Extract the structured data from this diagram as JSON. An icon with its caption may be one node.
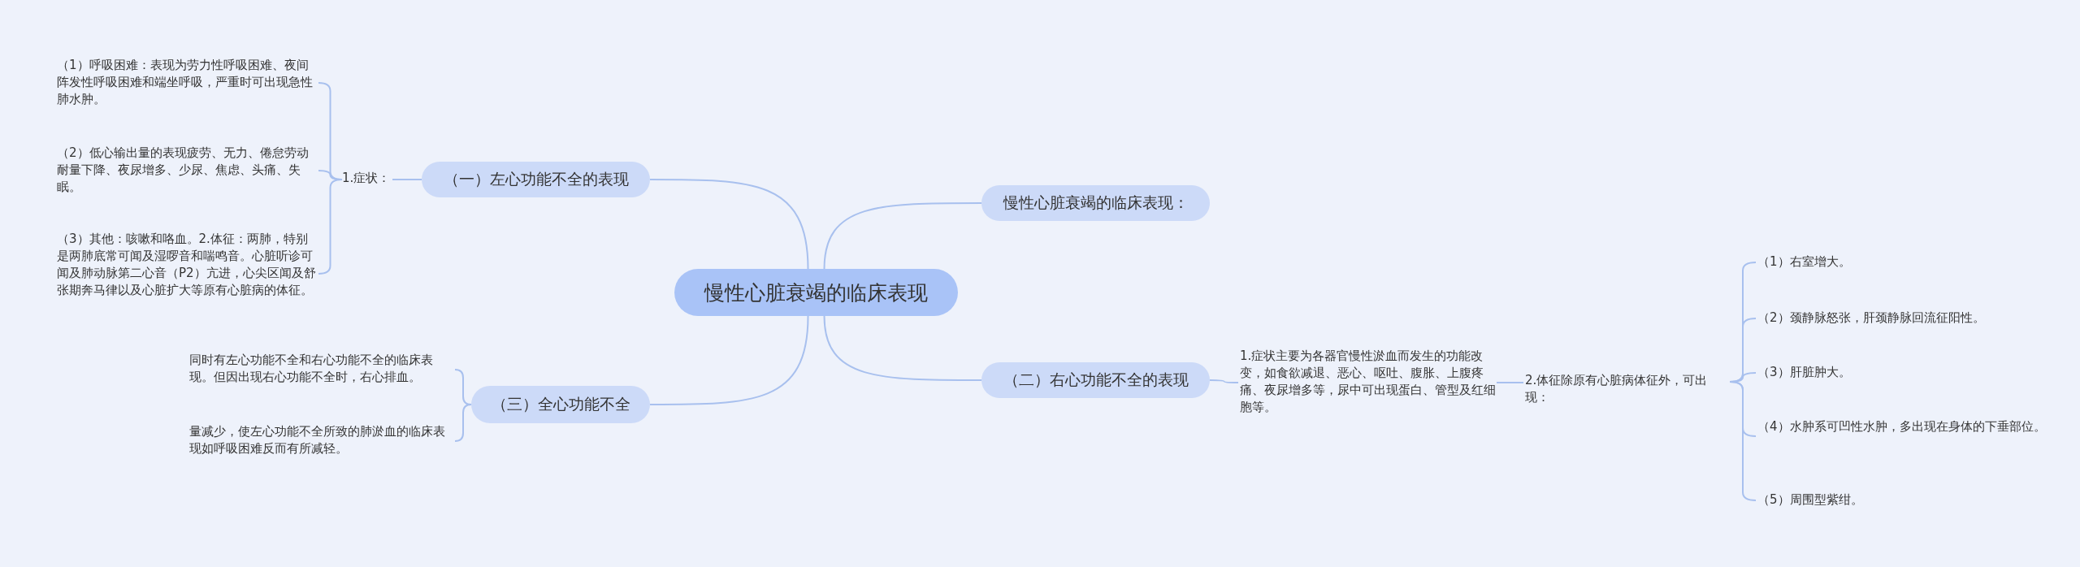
{
  "diagram": {
    "nodes": [
      {
        "text": [
          "慢性心脏衰竭的临床表现"
        ]
      },
      {
        "text": [
          "慢性心脏衰竭的临床表现："
        ]
      },
      {
        "text": [
          "（一）左心功能不全的表现"
        ]
      },
      {
        "text": [
          "1.症状："
        ]
      },
      {
        "text": [
          "（1）呼吸困难：表现为劳力性呼吸困难、夜间阵发性呼吸困难和端坐呼吸，严重时可出现急性肺水肿。"
        ]
      },
      {
        "text": [
          "（2）低心输出量的表现疲劳、无力、倦怠劳动耐量下降、夜尿增多、少尿、焦虑、头痛、失眠。"
        ]
      },
      {
        "text": [
          "（3）其他：咳嗽和咯血。2.体征：两肺，特别是两肺底常可闻及湿啰音和喘鸣音。心脏听诊可闻及肺动脉第二心音（P2）亢进，心尖区闻及舒张期奔马律以及心脏扩大等原有心脏病的体征。"
        ]
      },
      {
        "text": [
          "（二）右心功能不全的表现"
        ]
      },
      {
        "text": [
          "1.症状主要为各器官慢性淤血而发生的功能改变，如食欲减退、恶心、呕吐、腹胀、上腹疼痛、夜尿增多等，尿中可出现蛋白、管型及红细胞等。"
        ]
      },
      {
        "text": [
          "2.体征除原有心脏病体征外，可出现："
        ]
      },
      {
        "text": [
          "（1）右室增大。"
        ]
      },
      {
        "text": [
          "（2）颈静脉怒张，肝颈静脉回流征阳性。"
        ]
      },
      {
        "text": [
          "（3）肝脏肿大。"
        ]
      },
      {
        "text": [
          "（4）水肿系可凹性水肿，多出现在身体的下垂部位。"
        ]
      },
      {
        "text": [
          "（5）周围型紫绀。"
        ]
      },
      {
        "text": [
          "（三）全心功能不全"
        ]
      },
      {
        "text": [
          "同时有左心功能不全和右心功能不全的临床表现。但因出现右心功能不全时，右心排血。"
        ]
      },
      {
        "text": [
          "量减少，使左心功能不全所致的肺淤血的临床表现如呼吸困难反而有所减轻。"
        ]
      }
    ],
    "edges": [
      {
        "from": 0,
        "to": 1,
        "arrow": "none"
      },
      {
        "from": 0,
        "to": 2,
        "arrow": "none"
      },
      {
        "from": 2,
        "to": 3,
        "arrow": "none"
      },
      {
        "from": 3,
        "to": 4,
        "arrow": "none"
      },
      {
        "from": 3,
        "to": 5,
        "arrow": "none"
      },
      {
        "from": 3,
        "to": 6,
        "arrow": "none"
      },
      {
        "from": 0,
        "to": 7,
        "arrow": "none"
      },
      {
        "from": 7,
        "to": 8,
        "arrow": "none"
      },
      {
        "from": 8,
        "to": 9,
        "arrow": "none"
      },
      {
        "from": 9,
        "to": 10,
        "arrow": "none"
      },
      {
        "from": 9,
        "to": 11,
        "arrow": "none"
      },
      {
        "from": 9,
        "to": 12,
        "arrow": "none"
      },
      {
        "from": 9,
        "to": 13,
        "arrow": "none"
      },
      {
        "from": 9,
        "to": 14,
        "arrow": "none"
      },
      {
        "from": 0,
        "to": 15,
        "arrow": "none"
      },
      {
        "from": 15,
        "to": 16,
        "arrow": "none"
      },
      {
        "from": 15,
        "to": 17,
        "arrow": "none"
      }
    ]
  }
}
